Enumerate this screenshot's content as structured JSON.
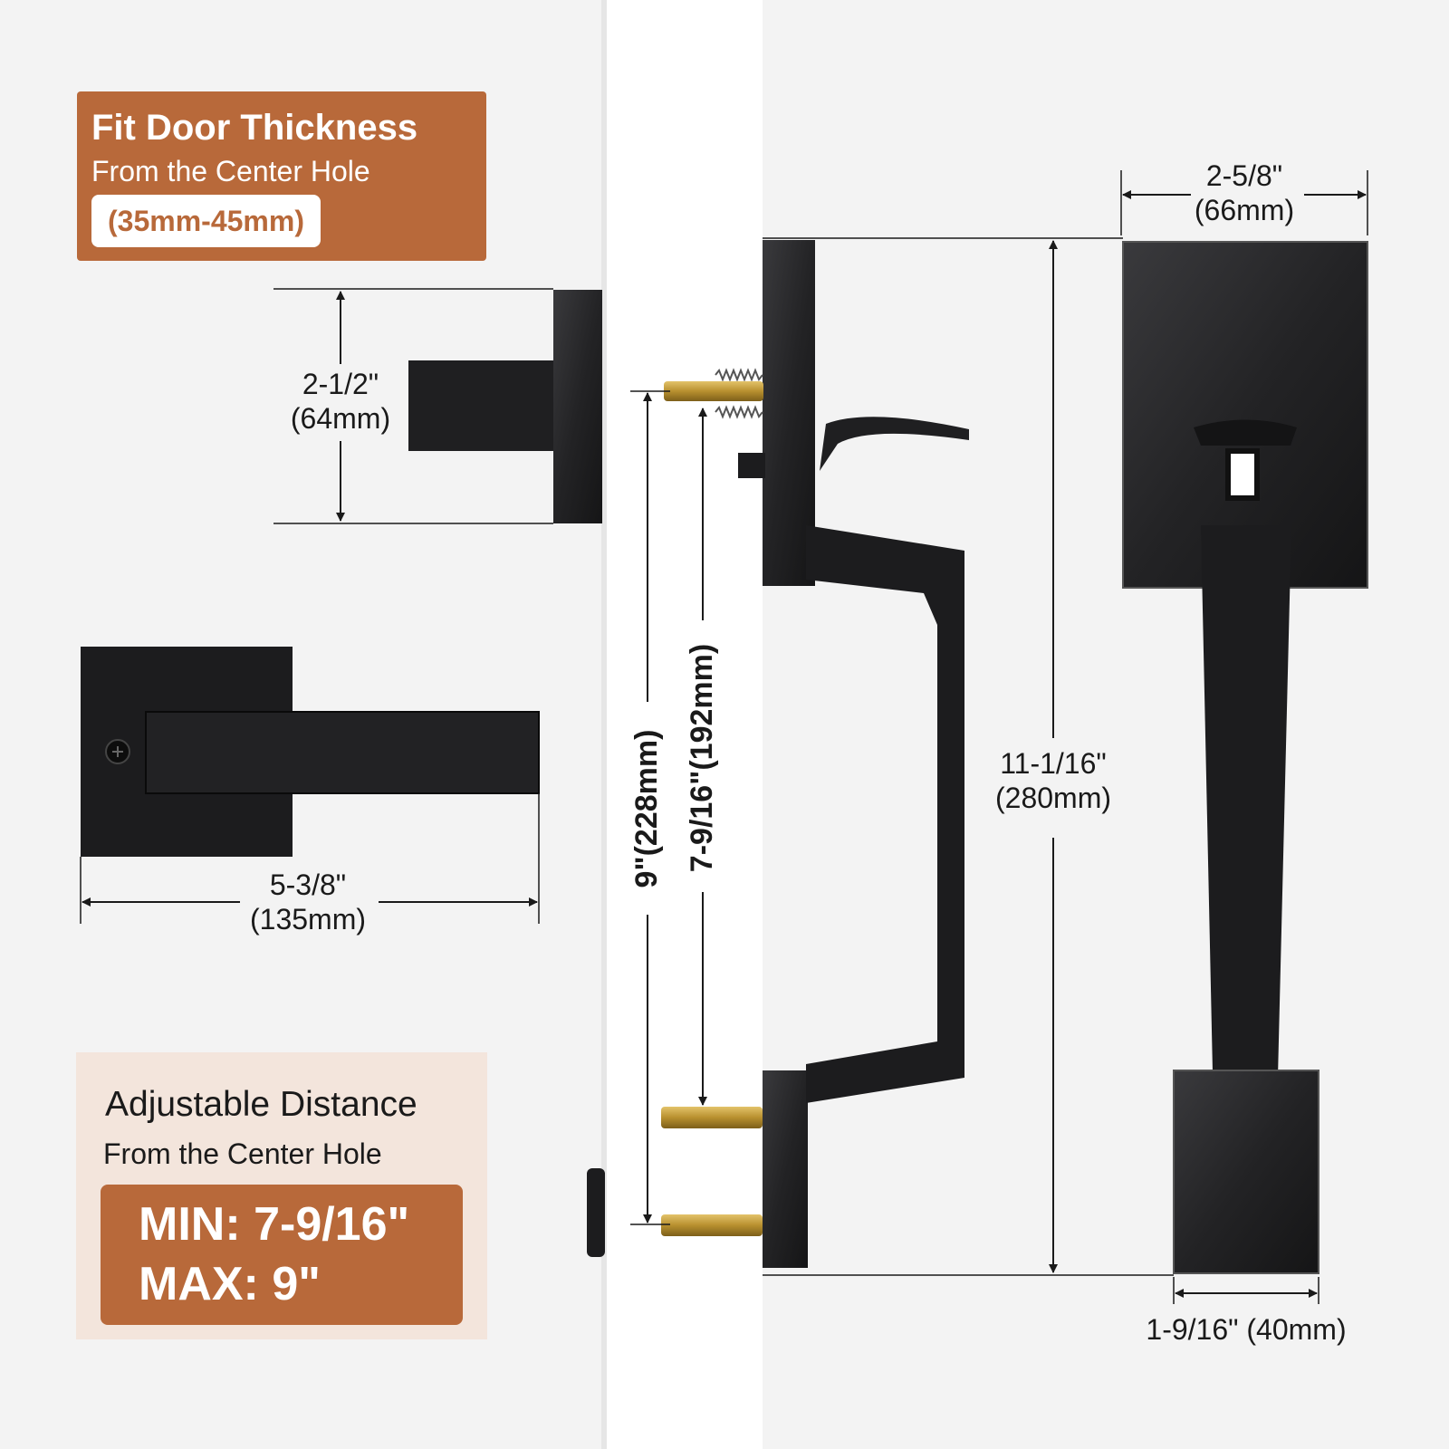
{
  "fit_box": {
    "title": "Fit Door Thickness",
    "subtitle": "From the Center Hole",
    "range": "(35mm-45mm)"
  },
  "adjust_box": {
    "title": "Adjustable Distance",
    "subtitle": "From the Center Hole",
    "min": "MIN: 7-9/16\"",
    "max": "MAX: 9\""
  },
  "dimensions": {
    "rose_height": {
      "imperial": "2-1/2\"",
      "metric": "(64mm)"
    },
    "lever_length": {
      "imperial": "5-3/8\"",
      "metric": "(135mm)"
    },
    "plate_width": {
      "imperial": "2-5/8\"",
      "metric": "(66mm)"
    },
    "total_height": {
      "imperial": "11-1/16\"",
      "metric": "(280mm)"
    },
    "max_distance": "9\"(228mm)",
    "min_distance": "7-9/16\"(192mm)",
    "bottom_width": "1-9/16\" (40mm)"
  },
  "colors": {
    "accent": "#b8693a",
    "beige": "#f3e5dc",
    "hardware": "#1c1c1e",
    "brass": "#b8902f",
    "door": "#ffffff",
    "background": "#f3f3f3"
  }
}
